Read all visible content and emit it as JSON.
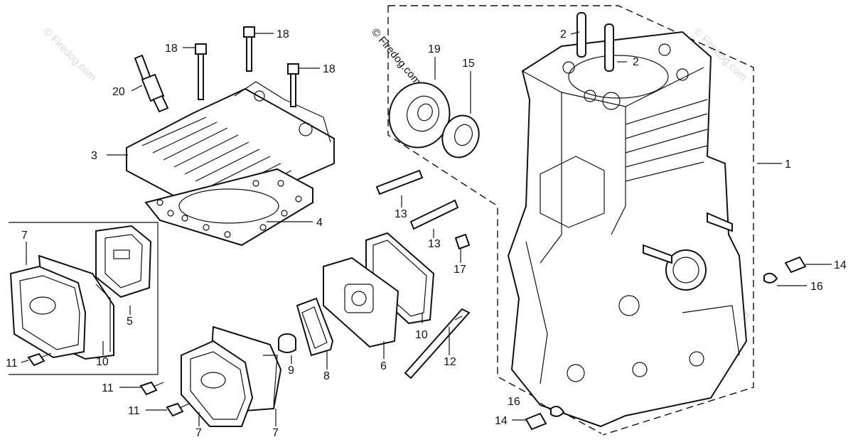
{
  "copyright": "© Firedog.com",
  "watermark": "© Firedog.com",
  "callouts": {
    "c1": "1",
    "c2a": "2",
    "c2b": "2",
    "c3": "3",
    "c4": "4",
    "c5": "5",
    "c6": "6",
    "c7a": "7",
    "c7b": "7",
    "c7c": "7",
    "c8": "8",
    "c9": "9",
    "c10a": "10",
    "c10b": "10",
    "c11a": "11",
    "c11b": "11",
    "c11c": "11",
    "c12": "12",
    "c13a": "13",
    "c13b": "13",
    "c14a": "14",
    "c14b": "14",
    "c15": "15",
    "c16a": "16",
    "c16b": "16",
    "c17": "17",
    "c18a": "18",
    "c18b": "18",
    "c18c": "18",
    "c19": "19",
    "c20": "20"
  }
}
